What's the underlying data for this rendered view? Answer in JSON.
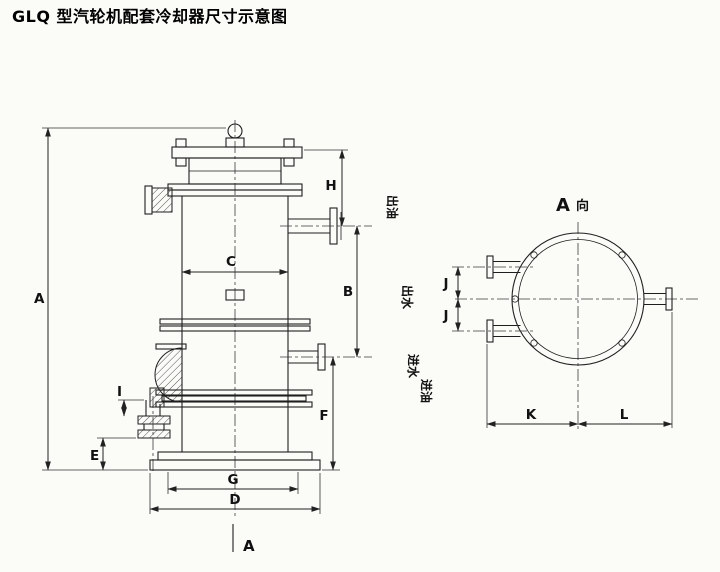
{
  "title": "GLQ 型汽轮机配套冷却器尺寸示意图",
  "view_label": {
    "letter": "A",
    "suffix": "向"
  },
  "section_marker": "A",
  "nozzle_labels": {
    "oil_out": "出油",
    "water_out": "出水",
    "water_in": "进水",
    "oil_in": "进油"
  },
  "dim_labels": {
    "A": "A",
    "B": "B",
    "C": "C",
    "D": "D",
    "E": "E",
    "F": "F",
    "G": "G",
    "H": "H",
    "I": "I",
    "J_upper": "J",
    "J_lower": "J",
    "K": "K",
    "L": "L"
  },
  "colors": {
    "line": "#1f1f1f",
    "background": "#fbfbf8"
  }
}
